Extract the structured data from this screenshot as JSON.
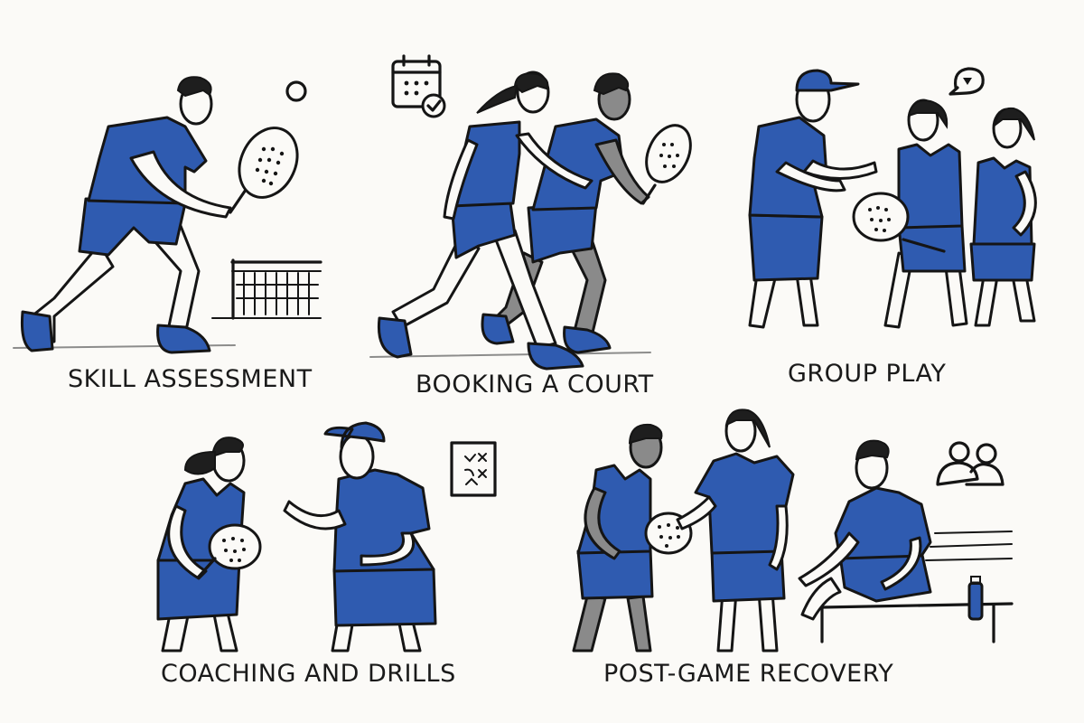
{
  "theme": {
    "background": "#fbfaf7",
    "jersey_blue": "#2f5bb0",
    "ink": "#151515",
    "skin_dark": "#8a8a8a"
  },
  "panels": [
    {
      "id": "skill-assessment",
      "caption": "SKILL ASSESSMENT",
      "figures": [
        "player in ready stance holding padel racket"
      ],
      "icons": [
        "ball-icon",
        "net-icon"
      ]
    },
    {
      "id": "booking-a-court",
      "caption": "BOOKING A COURT",
      "figures": [
        "female player running",
        "male player running with racket"
      ],
      "icons": [
        "calendar-check-icon"
      ]
    },
    {
      "id": "group-play",
      "caption": "GROUP PLAY",
      "figures": [
        "coach in cap gesturing",
        "female player holding racket",
        "female player with hand on hip"
      ],
      "icons": [
        "speech-bubble-heart-icon"
      ]
    },
    {
      "id": "coaching-and-drills",
      "caption": "COACHING AND DRILLS",
      "figures": [
        "female player holding racket",
        "coach in cap explaining"
      ],
      "icons": [
        "tactics-board-icon"
      ]
    },
    {
      "id": "post-game-recovery",
      "caption": "POST-GAME RECOVERY",
      "figures": [
        "player holding racket",
        "player standing",
        "player seated on bench"
      ],
      "icons": [
        "people-icon",
        "water-bottle-icon",
        "bench-icon"
      ]
    }
  ]
}
